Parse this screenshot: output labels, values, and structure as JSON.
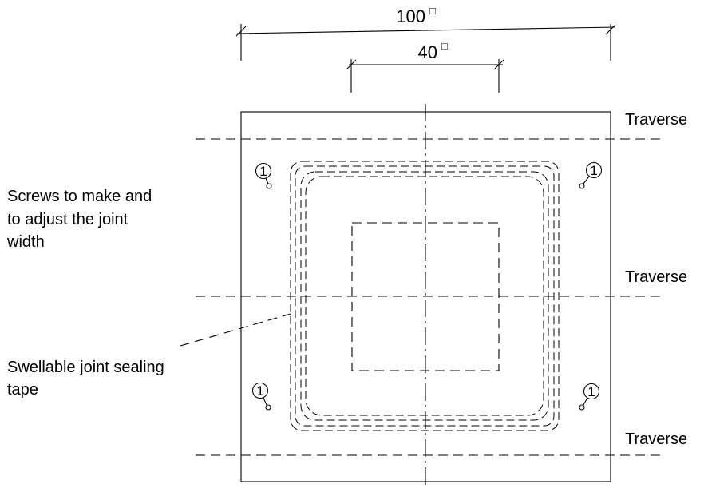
{
  "dimensions": {
    "outer": {
      "value": "100",
      "symbol": "□"
    },
    "inner": {
      "value": "40",
      "symbol": "□"
    }
  },
  "traverse_labels": [
    "Traverse",
    "Traverse",
    "Traverse"
  ],
  "callouts": {
    "screws": [
      "Screws to make and",
      "to adjust the joint",
      "width"
    ],
    "tape": [
      "Swellable joint sealing",
      "tape"
    ]
  },
  "screw_markers": [
    "1",
    "1",
    "1",
    "1"
  ]
}
